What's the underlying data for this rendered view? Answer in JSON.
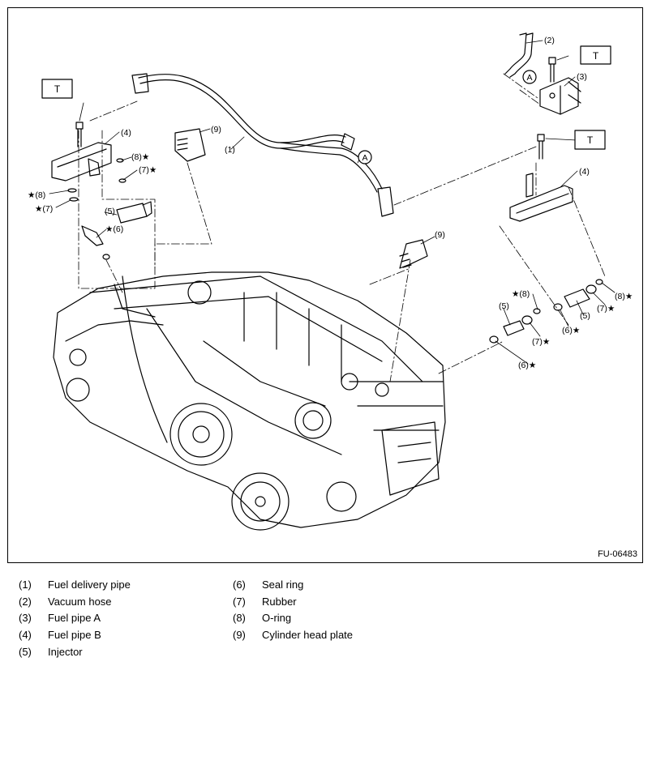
{
  "figure": {
    "code": "FU-06483",
    "torque_symbol": "T",
    "ref_symbol": "A",
    "callouts": [
      {
        "id": "1",
        "text": "(1)"
      },
      {
        "id": "2",
        "text": "(2)"
      },
      {
        "id": "3",
        "text": "(3)"
      },
      {
        "id": "4a",
        "text": "(4)"
      },
      {
        "id": "4b",
        "text": "(4)"
      },
      {
        "id": "5a",
        "text": "(5)"
      },
      {
        "id": "5b",
        "text": "(5)"
      },
      {
        "id": "5c",
        "text": "(5)"
      },
      {
        "id": "6a",
        "text": "★(6)"
      },
      {
        "id": "6b",
        "text": "(6)★"
      },
      {
        "id": "6c",
        "text": "(6)★"
      },
      {
        "id": "7a",
        "text": "(7)★"
      },
      {
        "id": "7b",
        "text": "★(7)"
      },
      {
        "id": "7c",
        "text": "(7)★"
      },
      {
        "id": "7d",
        "text": "(7)★"
      },
      {
        "id": "8a",
        "text": "(8)★"
      },
      {
        "id": "8b",
        "text": "★(8)"
      },
      {
        "id": "8c",
        "text": "★(8)"
      },
      {
        "id": "8d",
        "text": "(8)★"
      },
      {
        "id": "9a",
        "text": "(9)"
      },
      {
        "id": "9b",
        "text": "(9)"
      }
    ]
  },
  "legend": {
    "left": [
      {
        "num": "(1)",
        "label": "Fuel delivery pipe"
      },
      {
        "num": "(2)",
        "label": "Vacuum hose"
      },
      {
        "num": "(3)",
        "label": "Fuel pipe A"
      },
      {
        "num": "(4)",
        "label": "Fuel pipe B"
      },
      {
        "num": "(5)",
        "label": "Injector"
      }
    ],
    "right": [
      {
        "num": "(6)",
        "label": "Seal ring"
      },
      {
        "num": "(7)",
        "label": "Rubber"
      },
      {
        "num": "(8)",
        "label": "O-ring"
      },
      {
        "num": "(9)",
        "label": "Cylinder head plate"
      }
    ]
  }
}
